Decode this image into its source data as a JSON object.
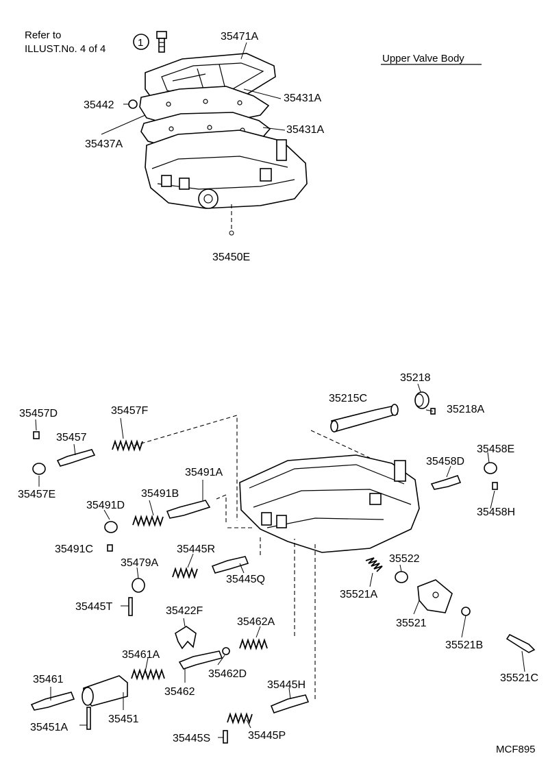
{
  "note": {
    "line1": "Refer to",
    "line2": "ILLUST.No. 4 of 4",
    "ref_number": "1"
  },
  "title": "Upper Valve Body",
  "figure_code": "MCF895",
  "labels": {
    "p35471A": "35471A",
    "p35431A_1": "35431A",
    "p35442": "35442",
    "p35431A_2": "35431A",
    "p35437A": "35437A",
    "p35450E": "35450E",
    "p35218": "35218",
    "p35215C": "35215C",
    "p35218A": "35218A",
    "p35457D": "35457D",
    "p35457F": "35457F",
    "p35457": "35457",
    "p35458E": "35458E",
    "p35458D": "35458D",
    "p35491A": "35491A",
    "p35457E": "35457E",
    "p35491B": "35491B",
    "p35491D": "35491D",
    "p35458H": "35458H",
    "p35445R": "35445R",
    "p35491C": "35491C",
    "p35479A": "35479A",
    "p35522": "35522",
    "p35445Q": "35445Q",
    "p35521A": "35521A",
    "p35445T": "35445T",
    "p35422F": "35422F",
    "p35521": "35521",
    "p35462A": "35462A",
    "p35461A": "35461A",
    "p35521B": "35521B",
    "p35462D": "35462D",
    "p35461": "35461",
    "p35462": "35462",
    "p35521C": "35521C",
    "p35445H": "35445H",
    "p35451": "35451",
    "p35451A": "35451A",
    "p35445S": "35445S",
    "p35445P": "35445P"
  }
}
